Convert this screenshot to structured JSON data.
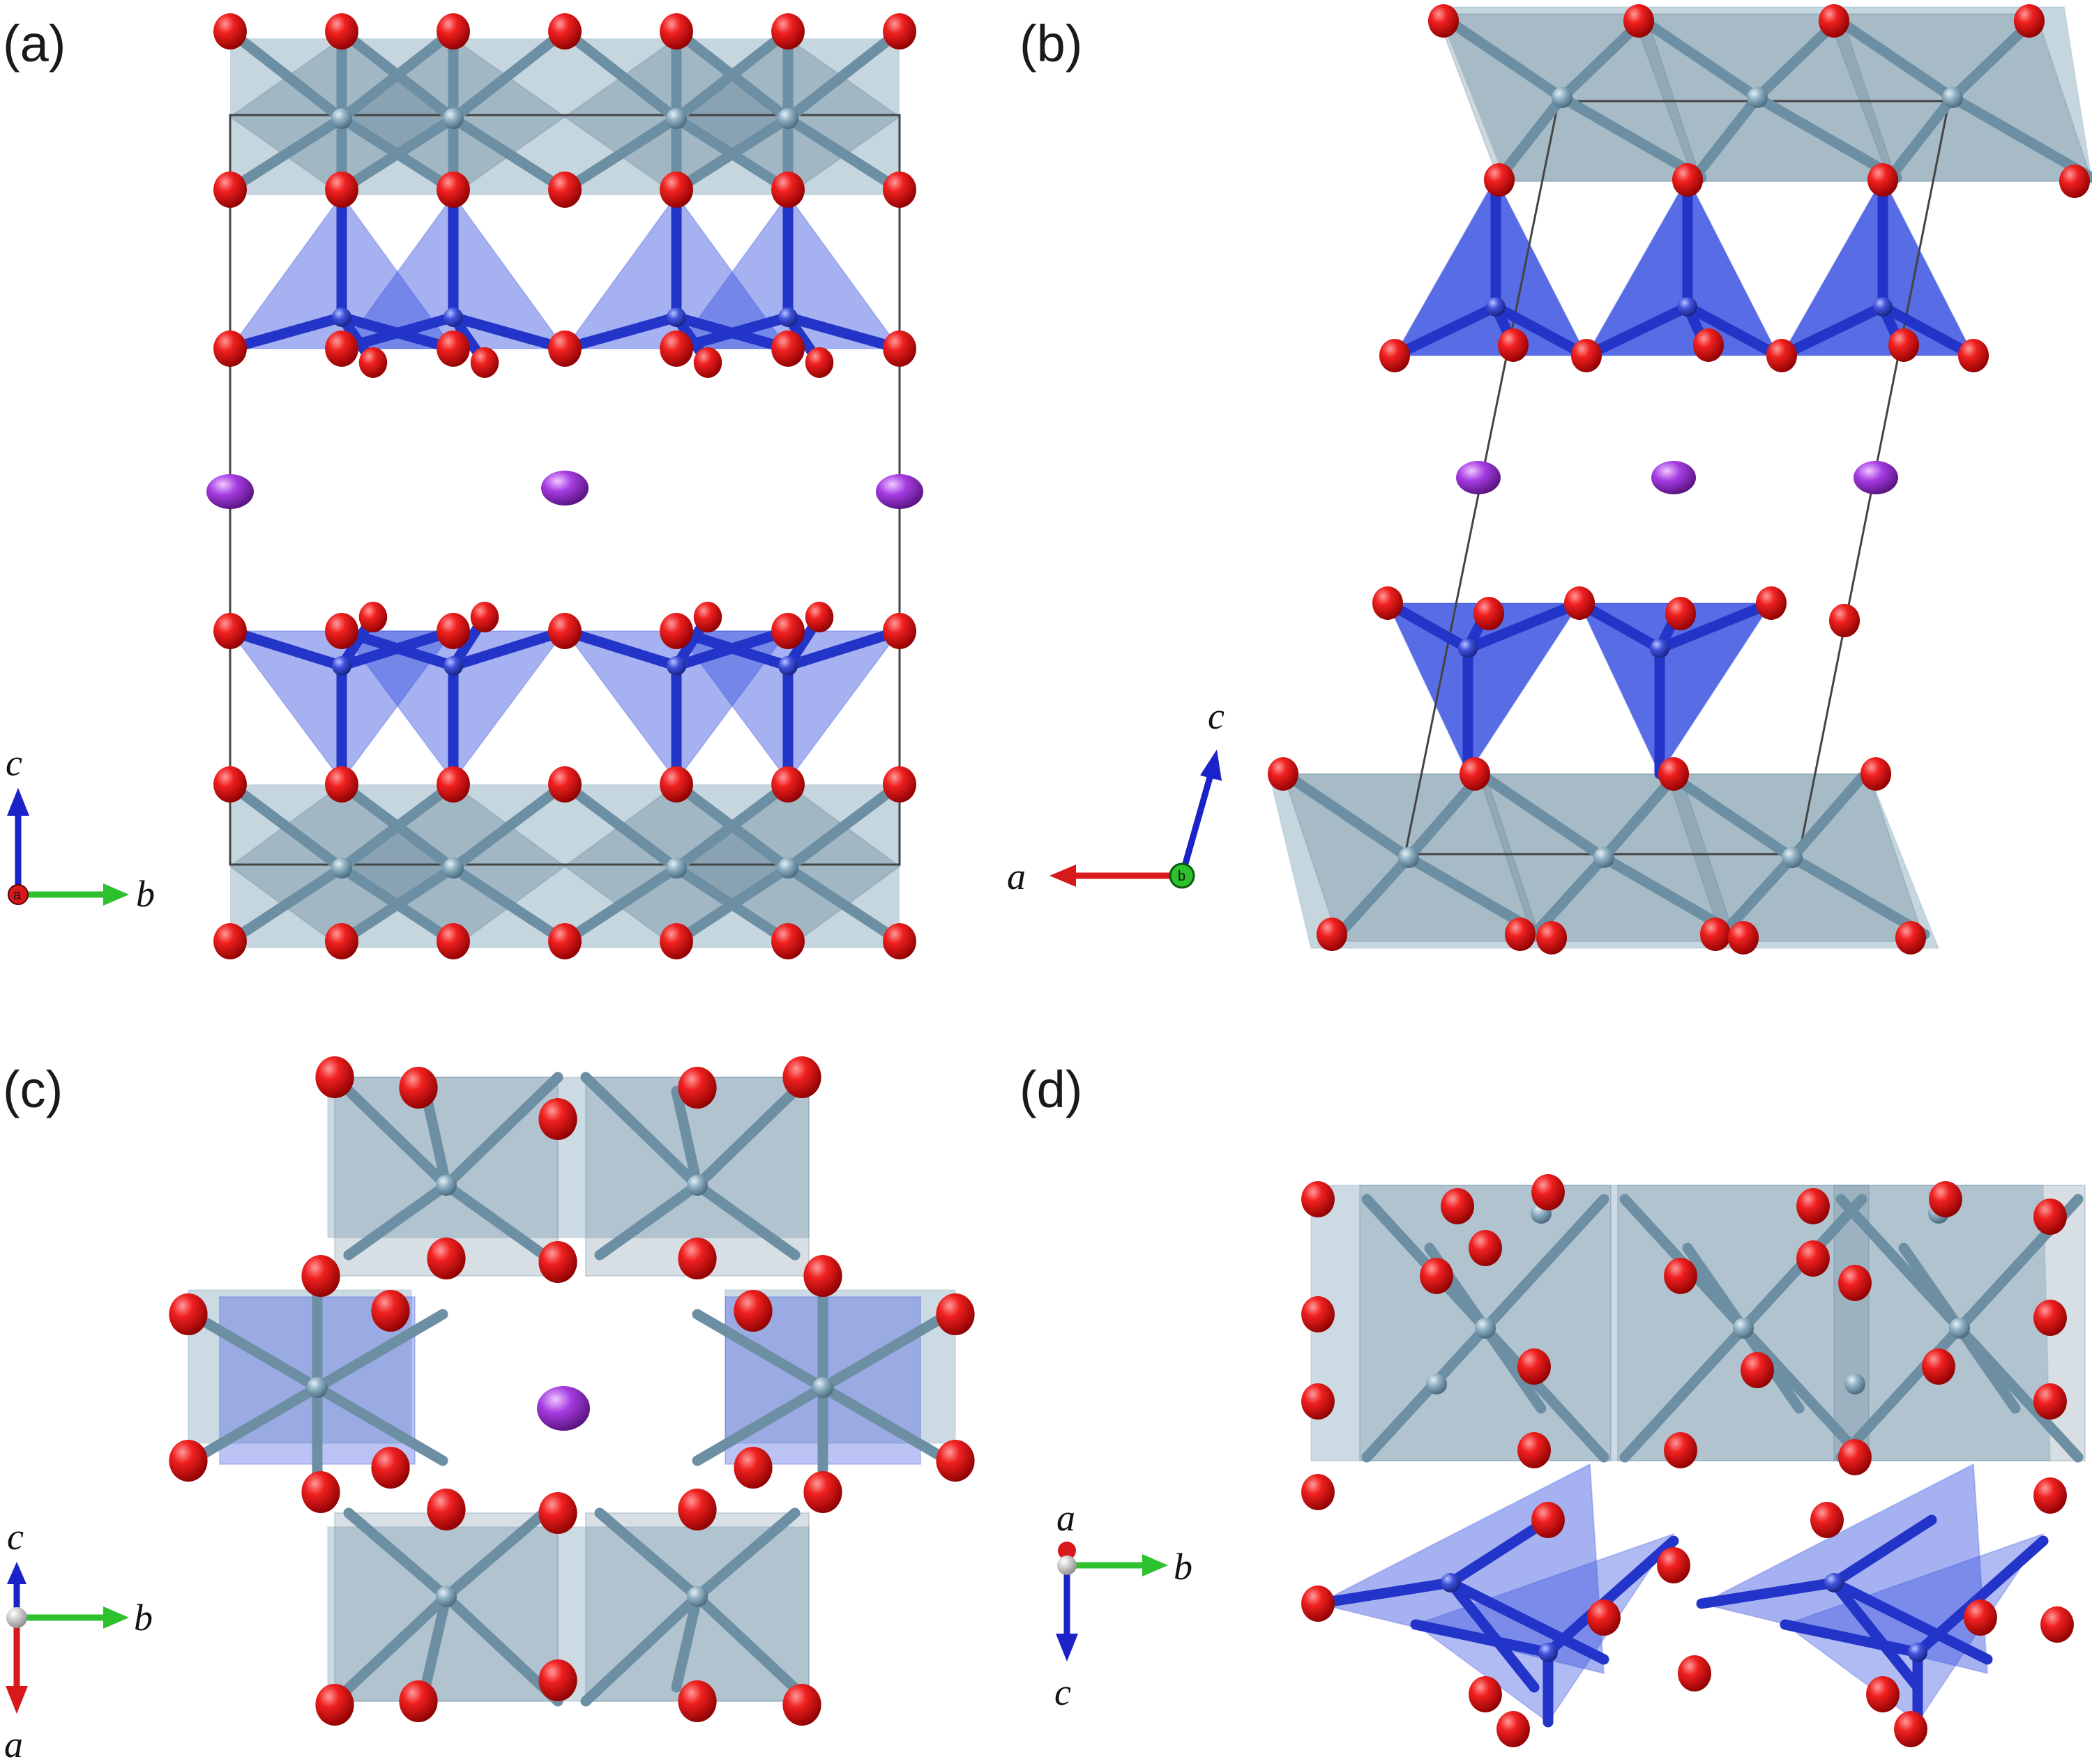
{
  "panels": [
    {
      "label": "(a)",
      "axes": {
        "up": "c",
        "right": "b",
        "center": "a"
      }
    },
    {
      "label": "(b)",
      "axes": {
        "up": "c",
        "left": "a",
        "center": "b"
      }
    },
    {
      "label": "(c)",
      "axes": {
        "up": "c",
        "right": "b",
        "down": "a"
      }
    },
    {
      "label": "(d)",
      "axes": {
        "up": "a",
        "right": "b",
        "down": "c"
      }
    }
  ],
  "colors": {
    "oxygen": "#e0161b",
    "tetra_fill": "#3a52e0",
    "tetra_bond": "#2334c8",
    "octa_fill": "#8eaec0",
    "octa_bond": "#6d8fa3",
    "metal": "#7fa3b7",
    "cation": "#a43ce0",
    "axis_red": "#d7191c",
    "axis_green": "#2ec12e",
    "axis_blue": "#1a22c8"
  }
}
